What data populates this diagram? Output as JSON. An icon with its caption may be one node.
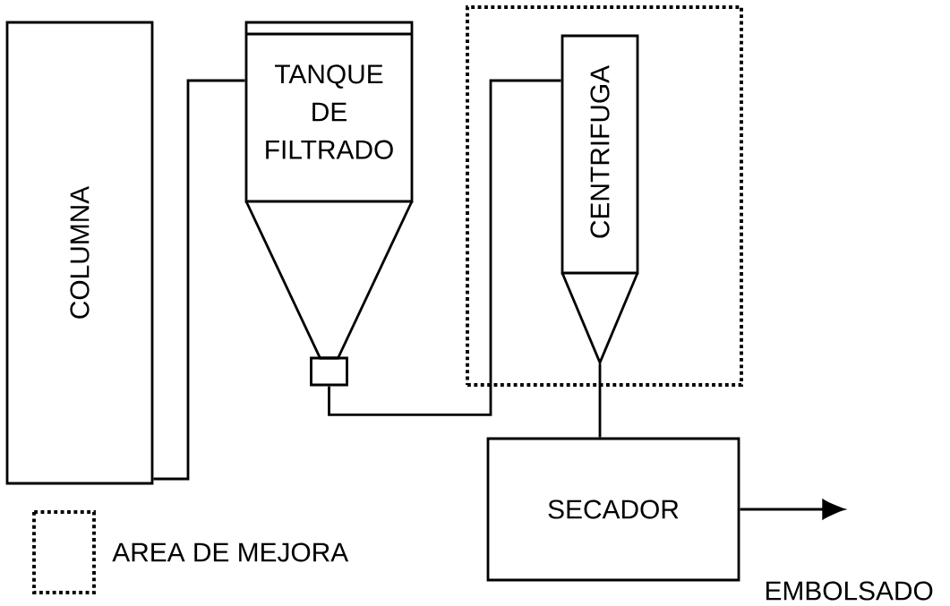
{
  "diagram": {
    "nodes": [
      {
        "text": [
          "COLUMNA"
        ]
      },
      {
        "text": [
          "TANQUE DE FILTRADO"
        ]
      },
      {
        "text": [],
        "shape": "box"
      },
      {
        "text": [
          "CENTRIFUGA"
        ],
        "in": 2
      },
      {
        "text": [
          "SECADOR"
        ]
      }
    ],
    "edges": [
      {
        "from": 0,
        "to": 1,
        "arrow": "none"
      },
      {
        "from": 1,
        "to": 3,
        "arrow": "none"
      },
      {
        "from": 3,
        "to": 4,
        "arrow": "none"
      },
      {
        "from": 4,
        "to": null,
        "arrow": "to"
      }
    ],
    "labels": [
      "EMBOLSADO"
    ],
    "legend": [
      {
        "text": "AREA DE MEJORA"
      }
    ]
  }
}
